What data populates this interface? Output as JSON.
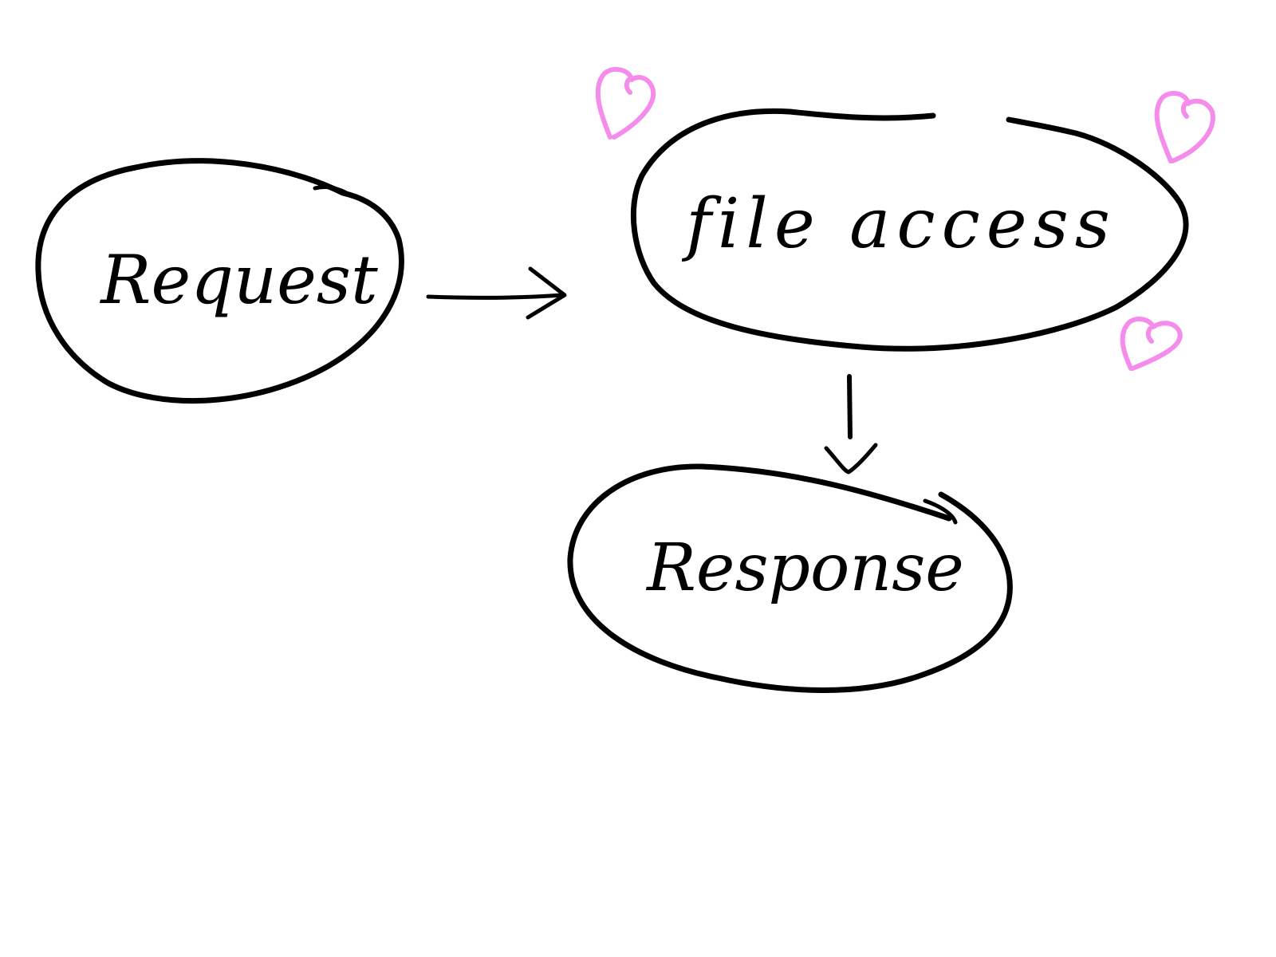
{
  "nodes": {
    "request": {
      "label": "Request"
    },
    "file_access": {
      "label": "file access"
    },
    "response": {
      "label": "Response"
    }
  },
  "edges": [
    {
      "from": "Request",
      "to": "file access"
    },
    {
      "from": "file access",
      "to": "Response"
    }
  ],
  "colors": {
    "ink": "#000000",
    "heart": "#f58cec",
    "background": "#ffffff"
  },
  "decorations": {
    "icons": [
      "heart-icon",
      "heart-icon",
      "heart-icon"
    ]
  }
}
